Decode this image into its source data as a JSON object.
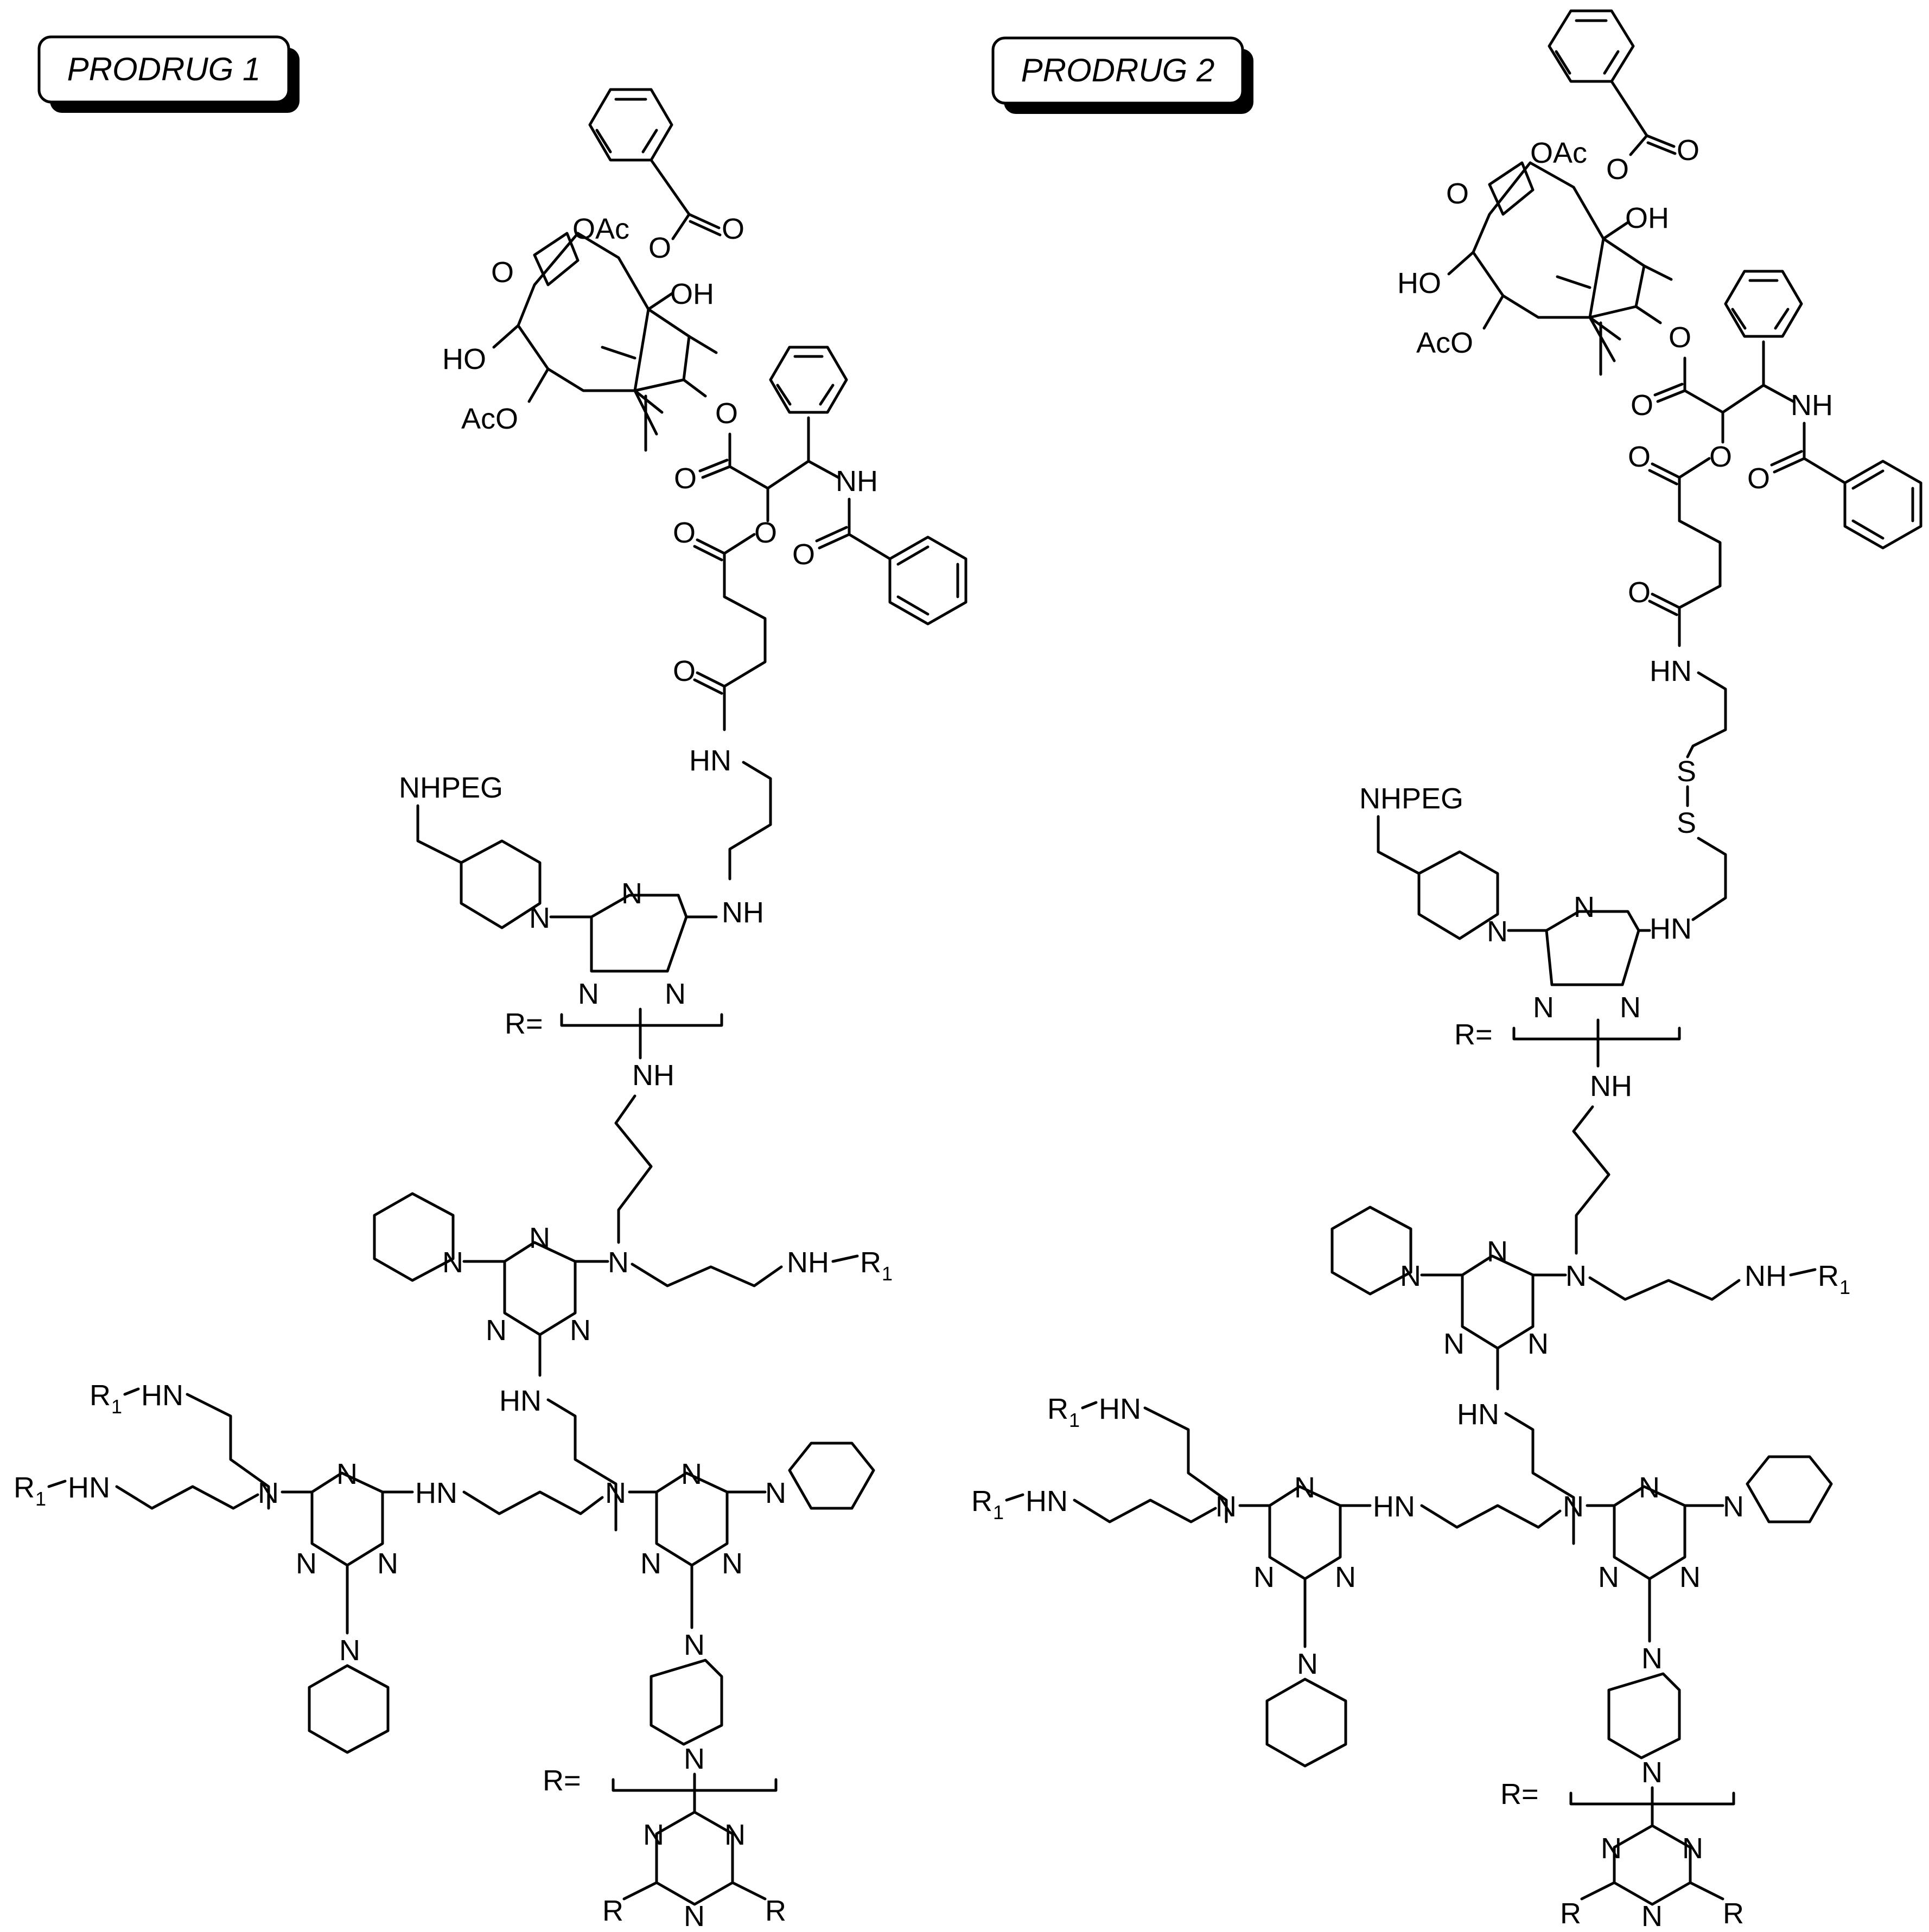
{
  "prodrug1": {
    "title": "PRODRUG 1",
    "atoms": {
      "oac": "OAc",
      "o_ester": "O",
      "o_carbonyl": "O",
      "o_oxetane": "O",
      "oh": "OH",
      "ho": "HO",
      "aco": "AcO",
      "o_ester2": "O",
      "o_c2": "O",
      "nh_amide": "NH",
      "o_amide": "O",
      "o_c3": "O",
      "o_ester3": "O",
      "o_c4": "O",
      "hn_linker": "HN",
      "nh_linker": "NH",
      "nhpeg": "NHPEG",
      "n_pip_top": "N",
      "n_tz1": "N",
      "n_tz2": "N",
      "n_tz3": "N",
      "r_eq_top": "R=",
      "nh_core": "NH",
      "n_pip_mid": "N",
      "n_tz4": "N",
      "n_tz5": "N",
      "n_tz6": "N",
      "n_mid_branch": "N",
      "nh_r1_mid": "NH",
      "r1_mid": "R",
      "r1_mid_sub": "1",
      "hn_mid": "HN",
      "r1_a": "R",
      "r1_a_sub": "1",
      "hn_a": "HN",
      "r1_b": "R",
      "r1_b_sub": "1",
      "hn_b": "HN",
      "n_left_branch": "N",
      "n_tz7": "N",
      "n_tz8": "N",
      "n_tz9": "N",
      "n_pip_left": "N",
      "hn_center": "HN",
      "n_center_branch": "N",
      "n_tz10": "N",
      "n_tz11": "N",
      "n_tz12": "N",
      "n_pip_right": "N",
      "n_piperazine_top": "N",
      "n_piperazine_bot": "N",
      "r_eq_bot": "R=",
      "n_tz13": "N",
      "n_tz14": "N",
      "n_tz15": "N",
      "r_left": "R",
      "r_right": "R"
    }
  },
  "prodrug2": {
    "title": "PRODRUG 2",
    "atoms": {
      "oac": "OAc",
      "o_ester": "O",
      "o_carbonyl": "O",
      "o_oxetane": "O",
      "oh": "OH",
      "ho": "HO",
      "aco": "AcO",
      "o_ester2": "O",
      "o_c2": "O",
      "nh_amide": "NH",
      "o_amide": "O",
      "o_c3": "O",
      "o_ester3": "O",
      "o_c4": "O",
      "hn_linker": "HN",
      "s1": "S",
      "s2": "S",
      "hn_linker2": "HN",
      "nhpeg": "NHPEG",
      "n_pip_top": "N",
      "n_tz1": "N",
      "n_tz2": "N",
      "n_tz3": "N",
      "r_eq_top": "R=",
      "nh_core": "NH",
      "n_pip_mid": "N",
      "n_tz4": "N",
      "n_tz5": "N",
      "n_tz6": "N",
      "n_mid_branch": "N",
      "nh_r1_mid": "NH",
      "r1_mid": "R",
      "r1_mid_sub": "1",
      "hn_mid": "HN",
      "r1_a": "R",
      "r1_a_sub": "1",
      "hn_a": "HN",
      "r1_b": "R",
      "r1_b_sub": "1",
      "hn_b": "HN",
      "n_left_branch": "N",
      "n_tz7": "N",
      "n_tz8": "N",
      "n_tz9": "N",
      "n_pip_left": "N",
      "hn_center": "HN",
      "n_center_branch": "N",
      "n_tz10": "N",
      "n_tz11": "N",
      "n_tz12": "N",
      "n_pip_right": "N",
      "n_piperazine_top": "N",
      "n_piperazine_bot": "N",
      "r_eq_bot": "R=",
      "n_tz13": "N",
      "n_tz14": "N",
      "n_tz15": "N",
      "r_left": "R",
      "r_right": "R"
    }
  }
}
